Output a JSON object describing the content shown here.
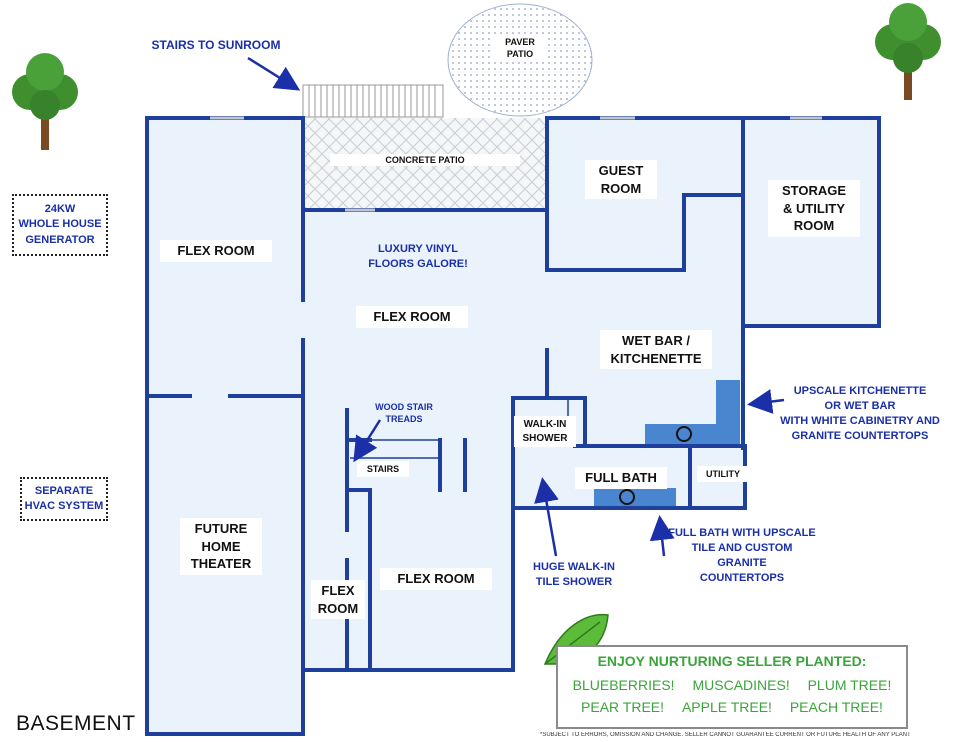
{
  "title": "BASEMENT",
  "disclaimer": "*SUBJECT TO ERRORS, OMISSION AND CHANGE. SELLER CANNOT GUARANTEE CURRENT OR FUTURE HEALTH OF ANY PLANT",
  "colors": {
    "wall": "#1f3f9c",
    "floor": "#eaf3fb",
    "note": "#1a2fa8",
    "cabinet": "#4a86cf",
    "plant_text": "#3aa53a"
  },
  "rooms": {
    "flex_left": "FLEX ROOM",
    "flex_center": "FLEX ROOM",
    "guest_line1": "GUEST",
    "guest_line2": "ROOM",
    "storage_line1": "STORAGE",
    "storage_line2": "& UTILITY",
    "storage_line3": "ROOM",
    "wetbar_line1": "WET BAR /",
    "wetbar_line2": "KITCHENETTE",
    "walkin_line1": "WALK-IN",
    "walkin_line2": "SHOWER",
    "full_bath": "FULL BATH",
    "utility": "UTILITY",
    "theater_line1": "FUTURE",
    "theater_line2": "HOME",
    "theater_line3": "THEATER",
    "flex_small_line1": "FLEX",
    "flex_small_line2": "ROOM",
    "flex_bottom": "FLEX ROOM",
    "stairs": "STAIRS",
    "concrete_patio": "CONCRETE PATIO",
    "paver_line1": "PAVER",
    "paver_line2": "PATIO"
  },
  "notes": {
    "stairs_sunroom": "STAIRS TO SUNROOM",
    "lvp_line1": "LUXURY VINYL",
    "lvp_line2": "FLOORS GALORE!",
    "wood_line1": "WOOD STAIR",
    "wood_line2": "TREADS",
    "kitchenette_line1": "UPSCALE KITCHENETTE",
    "kitchenette_line2": "OR WET BAR",
    "kitchenette_line3": "WITH WHITE CABINETRY AND",
    "kitchenette_line4": "GRANITE COUNTERTOPS",
    "bath_line1": "FULL BATH WITH UPSCALE",
    "bath_line2": "TILE AND CUSTOM",
    "bath_line3": "GRANITE",
    "bath_line4": "COUNTERTOPS",
    "shower_line1": "HUGE WALK-IN",
    "shower_line2": "TILE SHOWER"
  },
  "boxes": {
    "generator_line1": "24KW",
    "generator_line2": "WHOLE HOUSE",
    "generator_line3": "GENERATOR",
    "hvac_line1": "SEPARATE",
    "hvac_line2": "HVAC SYSTEM"
  },
  "plants": {
    "heading": "ENJOY NURTURING SELLER PLANTED:",
    "row1": [
      "BLUEBERRIES!",
      "MUSCADINES!",
      "PLUM TREE!"
    ],
    "row2": [
      "PEAR TREE!",
      "APPLE TREE!",
      "PEACH TREE!"
    ]
  },
  "icons": [
    "tree-icon",
    "leaf-icon",
    "arrow-icon",
    "sink-icon"
  ]
}
